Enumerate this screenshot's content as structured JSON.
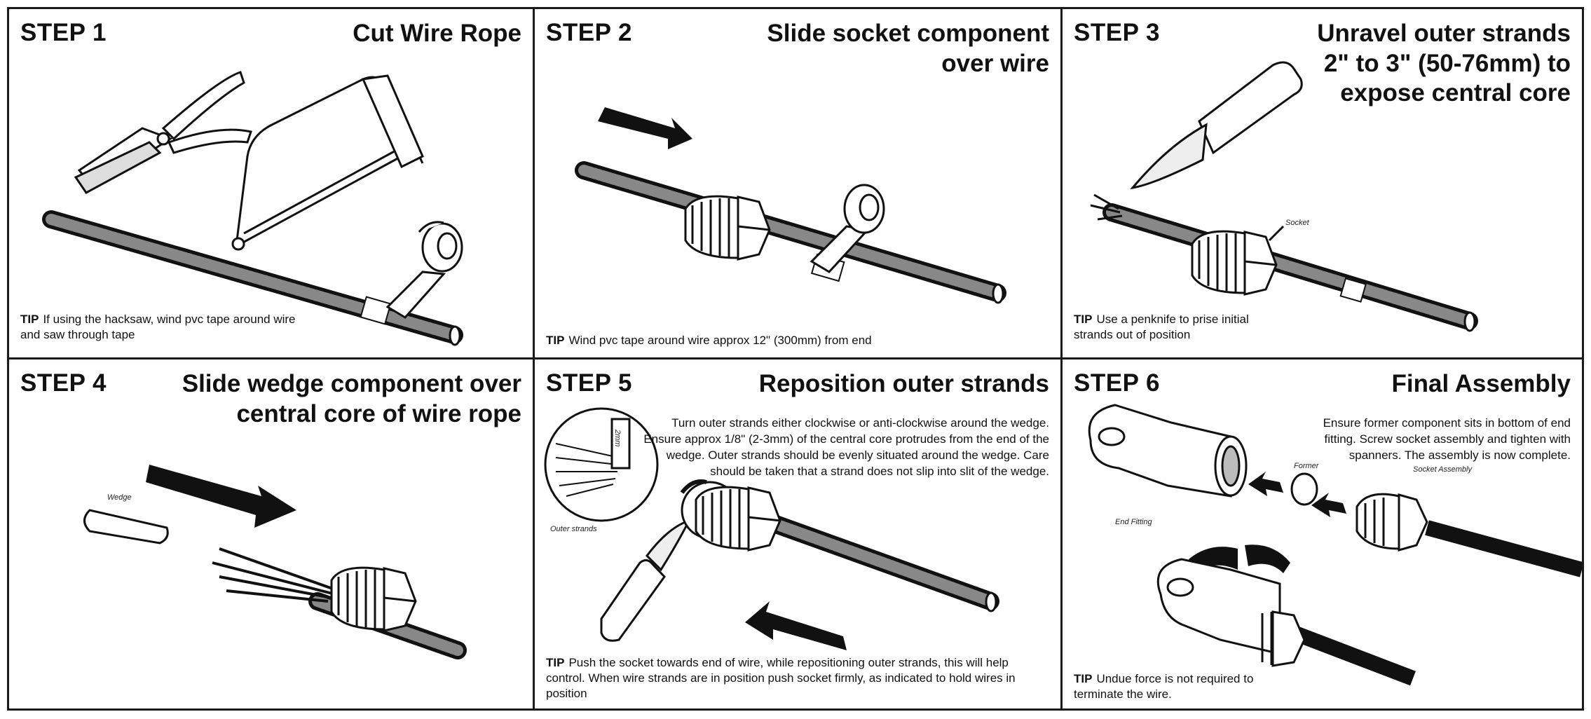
{
  "steps": [
    {
      "label": "STEP 1",
      "title": "Cut Wire Rope",
      "tip_label": "TIP",
      "tip": "If using the hacksaw, wind pvc tape around wire and saw through tape"
    },
    {
      "label": "STEP 2",
      "title": "Slide socket component over wire",
      "tip_label": "TIP",
      "tip": "Wind pvc tape around wire approx 12\" (300mm) from end"
    },
    {
      "label": "STEP 3",
      "title": "Unravel outer strands 2\" to 3\" (50-76mm) to expose central core",
      "tip_label": "TIP",
      "tip": "Use a penknife to prise initial strands out of position",
      "callouts": {
        "socket": "Socket"
      }
    },
    {
      "label": "STEP 4",
      "title": "Slide wedge component over central core of wire rope",
      "callouts": {
        "wedge": "Wedge"
      }
    },
    {
      "label": "STEP 5",
      "title": "Reposition outer strands",
      "description": "Turn outer strands either clockwise or anti-clockwise around the wedge. Ensure approx 1/8\" (2-3mm) of the central core protrudes from the end of the wedge. Outer strands should be evenly situated around the wedge. Care should be taken that a strand does not slip into slit of the wedge.",
      "tip_label": "TIP",
      "tip": "Push the socket towards end of wire, while repositioning outer strands, this will help control. When wire strands are in position push socket firmly, as indicated to hold wires in position",
      "callouts": {
        "outer_strands": "Outer strands",
        "gap": "2mm"
      }
    },
    {
      "label": "STEP 6",
      "title": "Final Assembly",
      "description": "Ensure former component sits in bottom of end fitting. Screw socket assembly and tighten with spanners. The assembly is now complete.",
      "tip_label": "TIP",
      "tip": "Undue force is not required to terminate the wire.",
      "callouts": {
        "end_fitting": "End Fitting",
        "former": "Former",
        "socket_assembly": "Socket Assembly"
      }
    }
  ]
}
